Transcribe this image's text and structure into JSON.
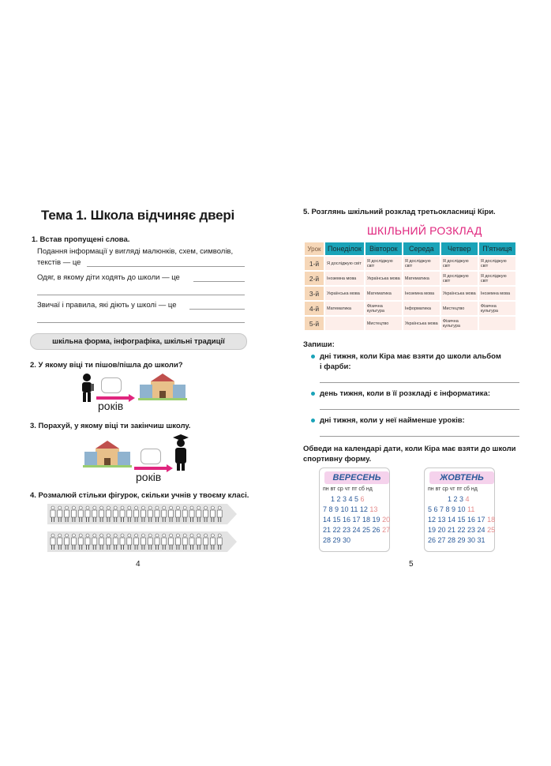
{
  "left": {
    "title": "Тема 1. Школа відчиняє двері",
    "task1": {
      "label": "1.  Встав пропущені слова.",
      "line1a": "Подання інформації у вигляді малюнків, схем, символів,",
      "line1b": "текстів — це",
      "line2": "Одяг, в якому діти ходять до школи — це",
      "line3": "Звичаї і правила, які діють у школі — це",
      "word_bank": "шкільна форма, інфографіка, шкільні традиції"
    },
    "task2": {
      "label": "2. У якому віці ти пішов/пішла до школи?",
      "years": "років"
    },
    "task3": {
      "label": "3. Порахуй, у якому віці ти закінчиш школу.",
      "years": "років"
    },
    "task4": {
      "label": "4. Розмалюй стільки фігурок, скільки учнів у твоєму класі."
    },
    "page_number": "4"
  },
  "right": {
    "task5": {
      "label": "5. Розглянь шкільний розклад третьокласниці Кіри."
    },
    "schedule": {
      "title": "ШКІЛЬНИЙ РОЗКЛАД",
      "header": [
        "Урок",
        "Понеділок",
        "Вівторок",
        "Середа",
        "Четвер",
        "П'ятниця"
      ],
      "rows": [
        [
          "1-й",
          "Я досліджую світ",
          "Я досліджую світ",
          "Я досліджую світ",
          "Я досліджую світ",
          "Я досліджую світ"
        ],
        [
          "2-й",
          "Іноземна мова",
          "Українська мова",
          "Математика",
          "Я досліджую світ",
          "Я досліджую світ"
        ],
        [
          "3-й",
          "Українська мова",
          "Математика",
          "Іноземна мова",
          "Українська мова",
          "Іноземна мова"
        ],
        [
          "4-й",
          "Математика",
          "Фізична культура",
          "Інформатика",
          "Мистецтво",
          "Фізична культура"
        ],
        [
          "5-й",
          "",
          "Мистецтво",
          "Українська мова",
          "Фізична культура",
          ""
        ]
      ]
    },
    "write": {
      "label": "Запиши:",
      "b1a": "дні тижня, коли Кіра має взяти до школи альбом",
      "b1b": "і фарби:",
      "b2": "день тижня, коли в її розкладі є інформатика:",
      "b3": "дні тижня, коли у неї найменше уроків:"
    },
    "circle": {
      "line1": "Обведи на календарі дати, коли Кіра має взяти до школи",
      "line2": "спортивну форму."
    },
    "calendars": [
      {
        "month": "ВЕРЕСЕНЬ",
        "days": "пн вт ср чт пт сб нд",
        "rows": [
          {
            "days": "    1 2 3 4 5",
            "wk": " 6"
          },
          {
            "days": "7 8 9 10 11 12",
            "wk": " 13"
          },
          {
            "days": "14 15 16 17 18 19",
            "wk": " 20"
          },
          {
            "days": "21 22 23 24 25 26",
            "wk": " 27"
          },
          {
            "days": "28 29 30",
            "wk": ""
          }
        ]
      },
      {
        "month": "ЖОВТЕНЬ",
        "days": "пн вт ср чт пт сб нд",
        "rows": [
          {
            "days": "          1 2 3",
            "wk": " 4"
          },
          {
            "days": "5 6 7 8 9 10",
            "wk": " 11"
          },
          {
            "days": "12 13 14 15 16 17",
            "wk": " 18"
          },
          {
            "days": "19 20 21 22 23 24",
            "wk": " 25"
          },
          {
            "days": "26 27 28 29 30 31",
            "wk": ""
          }
        ]
      }
    ],
    "page_number": "5"
  },
  "colors": {
    "accent_pink": "#e0267e",
    "teal": "#1aa3b8",
    "calendar_blue": "#2a5a9a",
    "weekend": "#e58a8a"
  }
}
